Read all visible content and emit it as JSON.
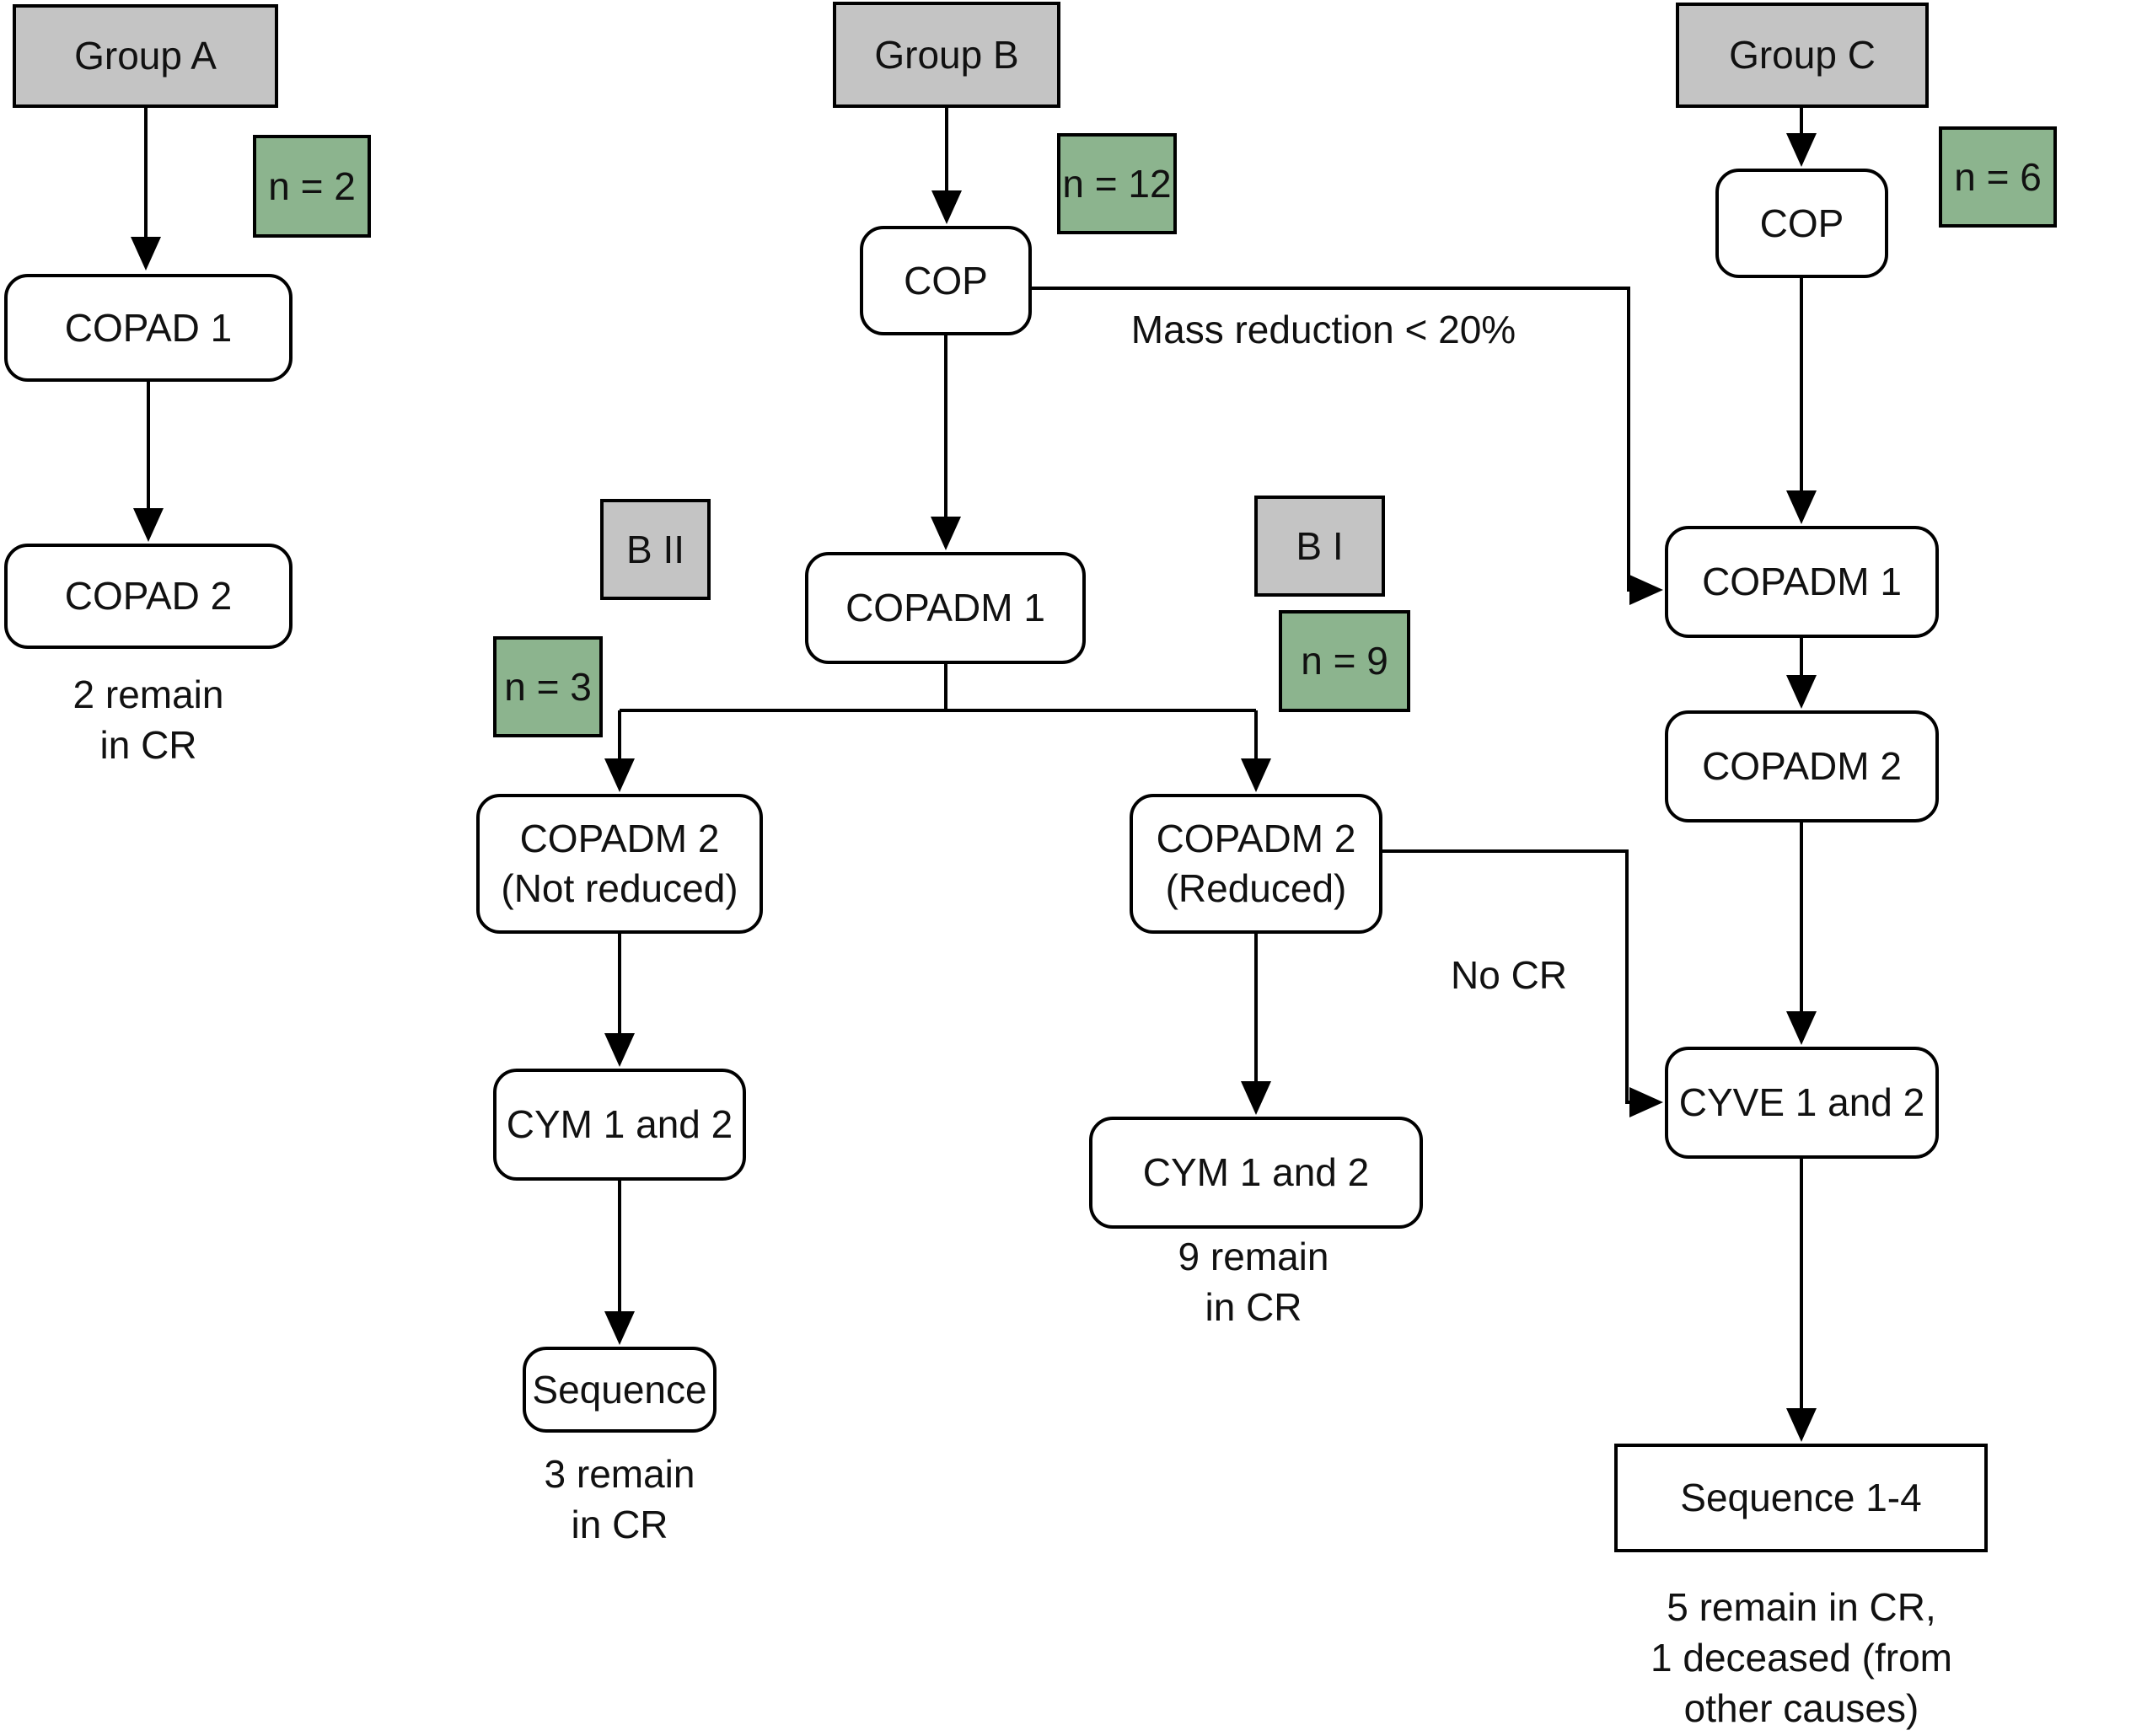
{
  "diagram": {
    "colors": {
      "header_fill": "#c4c4c4",
      "tag_fill": "#c4c4c4",
      "count_fill": "#8cb48e",
      "box_fill": "#ffffff",
      "border": "#000000",
      "arrow": "#000000",
      "background": "#ffffff"
    },
    "groupA": {
      "header": "Group A",
      "count_label": "n = 2",
      "copad1": "COPAD 1",
      "copad2": "COPAD 2",
      "outcome": "2 remain\nin CR"
    },
    "groupB": {
      "header": "Group B",
      "count_label": "n = 12",
      "cop": "COP",
      "mass_reduction_label": "Mass reduction < 20%",
      "copadm1": "COPADM 1",
      "no_cr_label": "No CR",
      "subgroup_b2": {
        "tag": "B II",
        "count_label": "n = 3",
        "copadm2": "COPADM 2\n(Not reduced)",
        "cym": "CYM 1 and 2",
        "sequence": "Sequence",
        "outcome": "3 remain\nin CR"
      },
      "subgroup_b1": {
        "tag": "B I",
        "count_label": "n = 9",
        "copadm2": "COPADM 2\n(Reduced)",
        "cym": "CYM 1 and 2",
        "outcome": "9 remain\nin CR"
      }
    },
    "groupC": {
      "header": "Group C",
      "count_label": "n = 6",
      "cop": "COP",
      "copadm1": "COPADM 1",
      "copadm2": "COPADM 2",
      "cyve": "CYVE 1 and 2",
      "sequence": "Sequence 1-4",
      "outcome": "5 remain in CR,\n1 deceased (from\nother causes)"
    }
  }
}
